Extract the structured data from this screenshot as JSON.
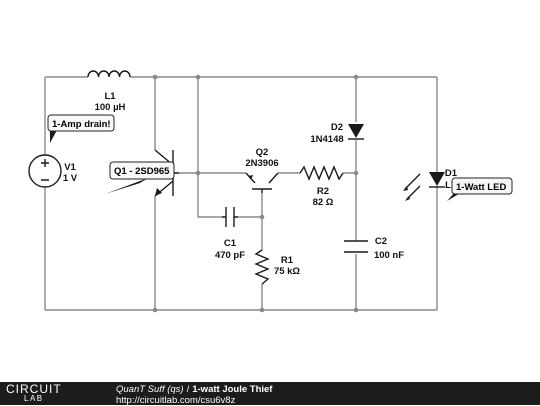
{
  "components": {
    "L1": {
      "ref": "L1",
      "value": "100 µH"
    },
    "V1": {
      "ref": "V1",
      "value": "1 V"
    },
    "Q2": {
      "ref": "Q2",
      "value": "2N3906"
    },
    "D2": {
      "ref": "D2",
      "value": "1N4148"
    },
    "R2": {
      "ref": "R2",
      "value": "82 Ω"
    },
    "C1": {
      "ref": "C1",
      "value": "470 pF"
    },
    "R1": {
      "ref": "R1",
      "value": "75 kΩ"
    },
    "C2": {
      "ref": "C2",
      "value": "100 nF"
    },
    "D1": {
      "ref": "D1",
      "value": "L"
    }
  },
  "callouts": {
    "drain": "1-Amp drain!",
    "q1": "Q1 - 2SD965",
    "led": "1-Watt LED"
  },
  "footer": {
    "logo_top": "CIRCUIT",
    "logo_bottom": "LAB",
    "author": "QuanT Suff (qs)",
    "separator": "/",
    "title": "1-watt Joule Thief",
    "url": "http://circuitlab.com/csu6v8z"
  },
  "colors": {
    "wire": "#8a8a8a",
    "component": "#1a1a1a",
    "footer_bg": "#1c1c1c"
  }
}
